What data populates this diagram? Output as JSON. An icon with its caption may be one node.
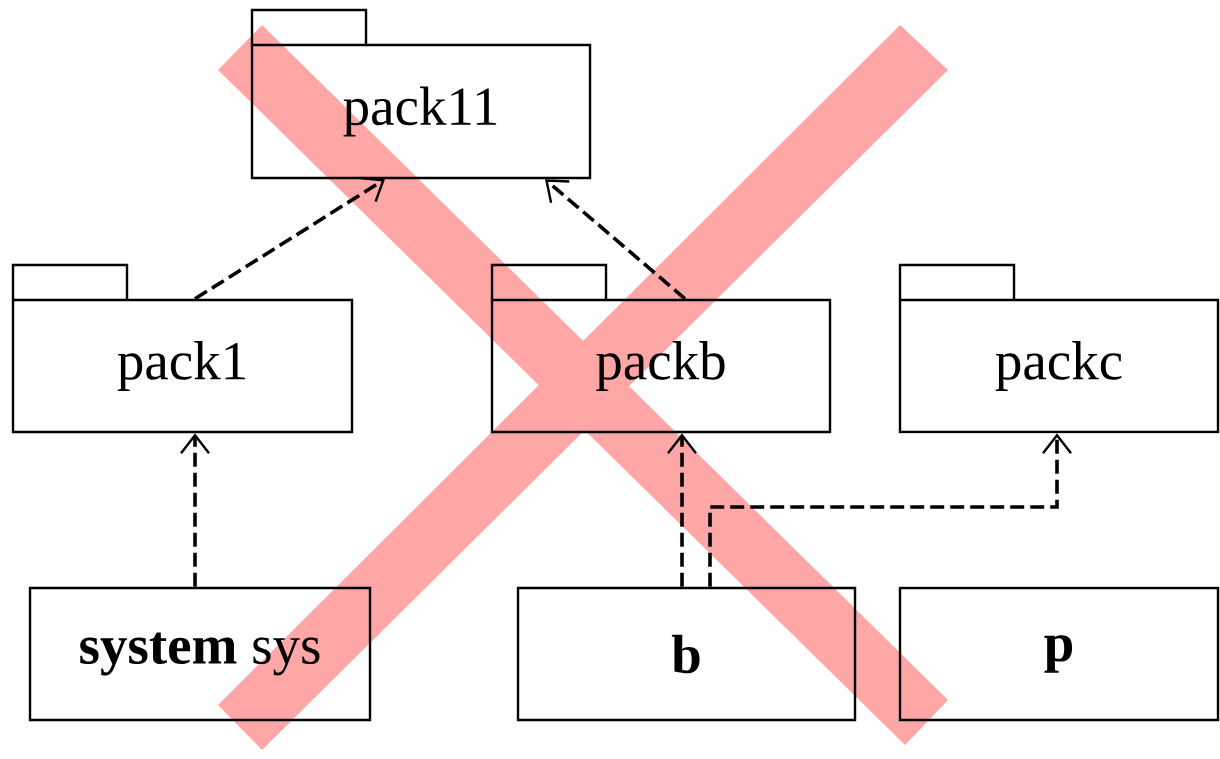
{
  "diagram": {
    "nodes": [
      {
        "text": [
          "pack11"
        ]
      },
      {
        "text": [
          "pack1"
        ]
      },
      {
        "text": [
          "packb"
        ]
      },
      {
        "text": [
          "packc"
        ]
      },
      {
        "text": [
          "**system** sys"
        ]
      },
      {
        "text": [
          "b"
        ]
      },
      {
        "text": [
          "p"
        ]
      }
    ],
    "edges": [
      {
        "from": 1,
        "to": 0,
        "arrow": "to",
        "style": "dashed"
      },
      {
        "from": 2,
        "to": 0,
        "arrow": "to",
        "style": "dashed"
      },
      {
        "from": 4,
        "to": 1,
        "arrow": "to",
        "style": "dashed"
      },
      {
        "from": 5,
        "to": 2,
        "arrow": "to",
        "style": "dashed"
      },
      {
        "from": 5,
        "to": 3,
        "arrow": "to",
        "style": "dashed"
      }
    ]
  }
}
